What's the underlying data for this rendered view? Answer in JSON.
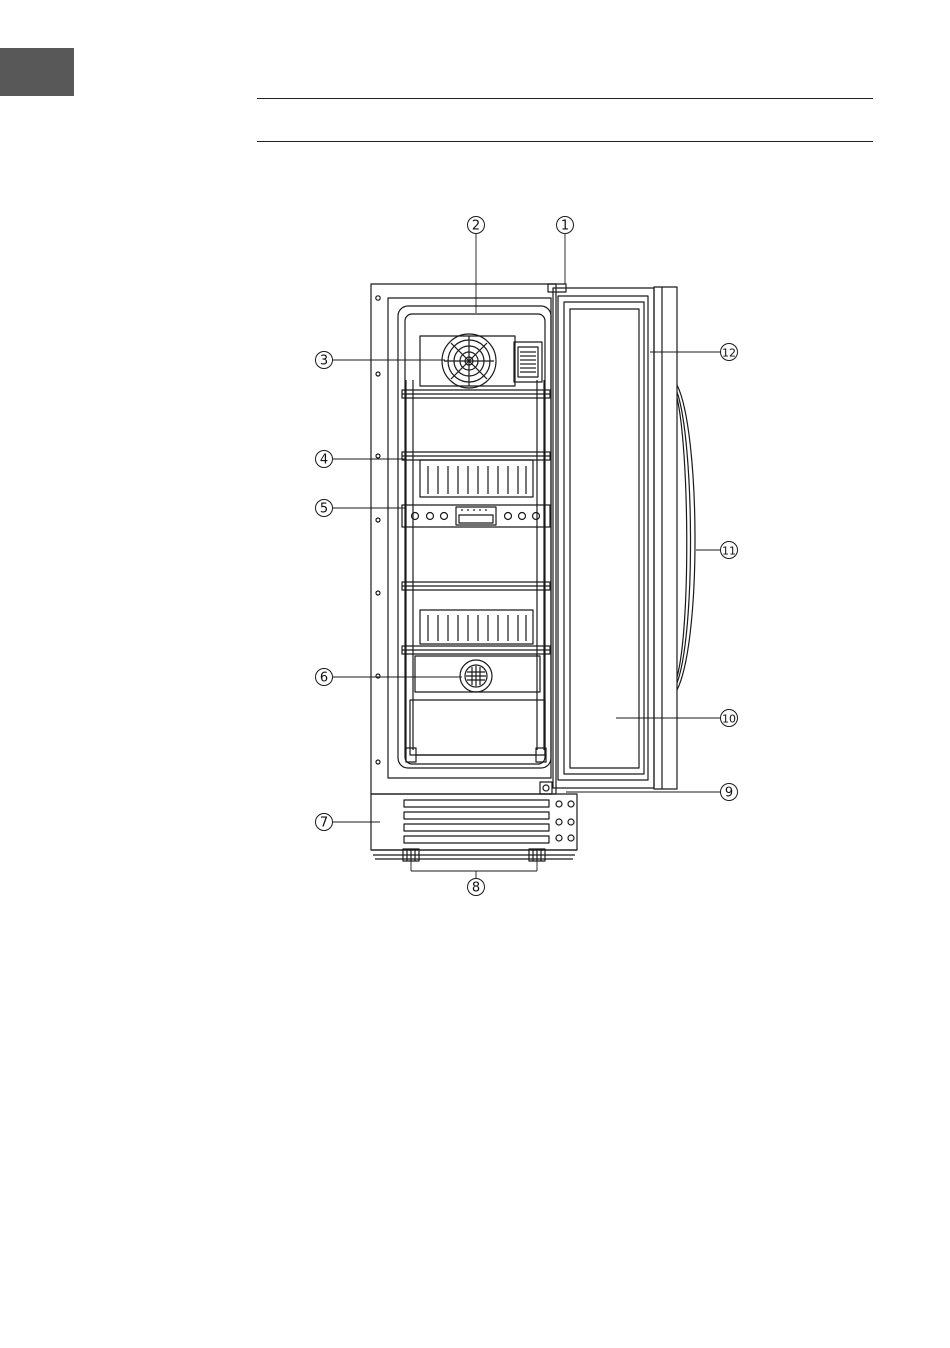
{
  "callouts": [
    "1",
    "2",
    "3",
    "4",
    "5",
    "6",
    "7",
    "8",
    "9",
    "10",
    "11",
    "12"
  ],
  "colors": {
    "tab": "#585858",
    "line": "#1a1a1a"
  }
}
